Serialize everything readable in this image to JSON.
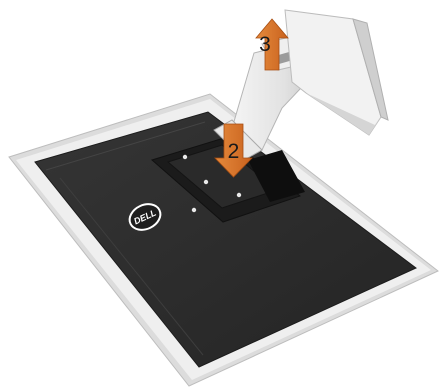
{
  "figure": {
    "brand_logo_text": "DELL",
    "steps": [
      {
        "number": "2",
        "direction": "down"
      },
      {
        "number": "3",
        "direction": "up"
      }
    ],
    "colors": {
      "panel": "#2b2b2b",
      "bezel": "#d9d9d9",
      "stand": "#e6e6e6",
      "arrow": "#d9752a",
      "background": "#ffffff"
    }
  }
}
